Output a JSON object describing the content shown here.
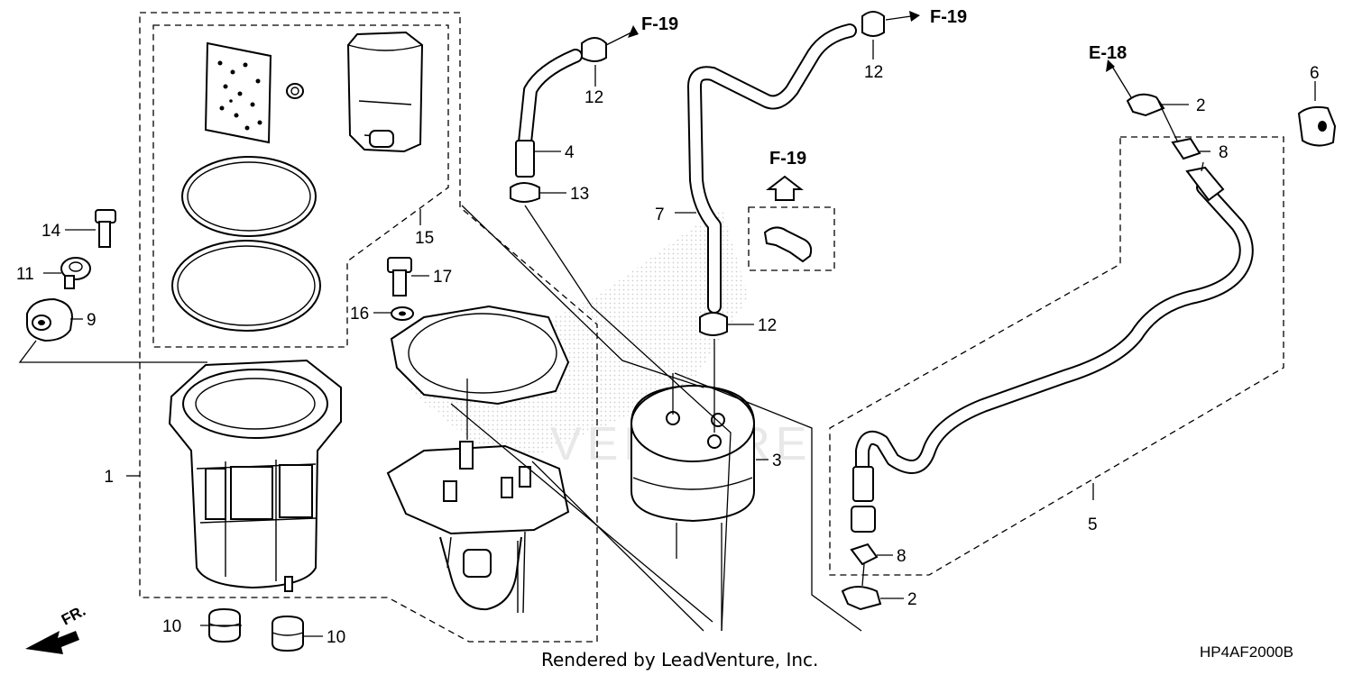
{
  "callouts": {
    "c1": "1",
    "c2a": "2",
    "c2b": "2",
    "c3": "3",
    "c4": "4",
    "c5": "5",
    "c6": "6",
    "c7": "7",
    "c8a": "8",
    "c8b": "8",
    "c9": "9",
    "c10a": "10",
    "c10b": "10",
    "c11": "11",
    "c12a": "12",
    "c12b": "12",
    "c12c": "12",
    "c13": "13",
    "c14": "14",
    "c15": "15",
    "c16": "16",
    "c17": "17"
  },
  "refs": {
    "r1": "F-19",
    "r2": "F-19",
    "r3": "F-19",
    "r4": "E-18"
  },
  "footer": {
    "rendered_by": "Rendered by LeadVenture, Inc.",
    "diagram_code": "HP4AF2000B",
    "front_marker": "FR."
  }
}
